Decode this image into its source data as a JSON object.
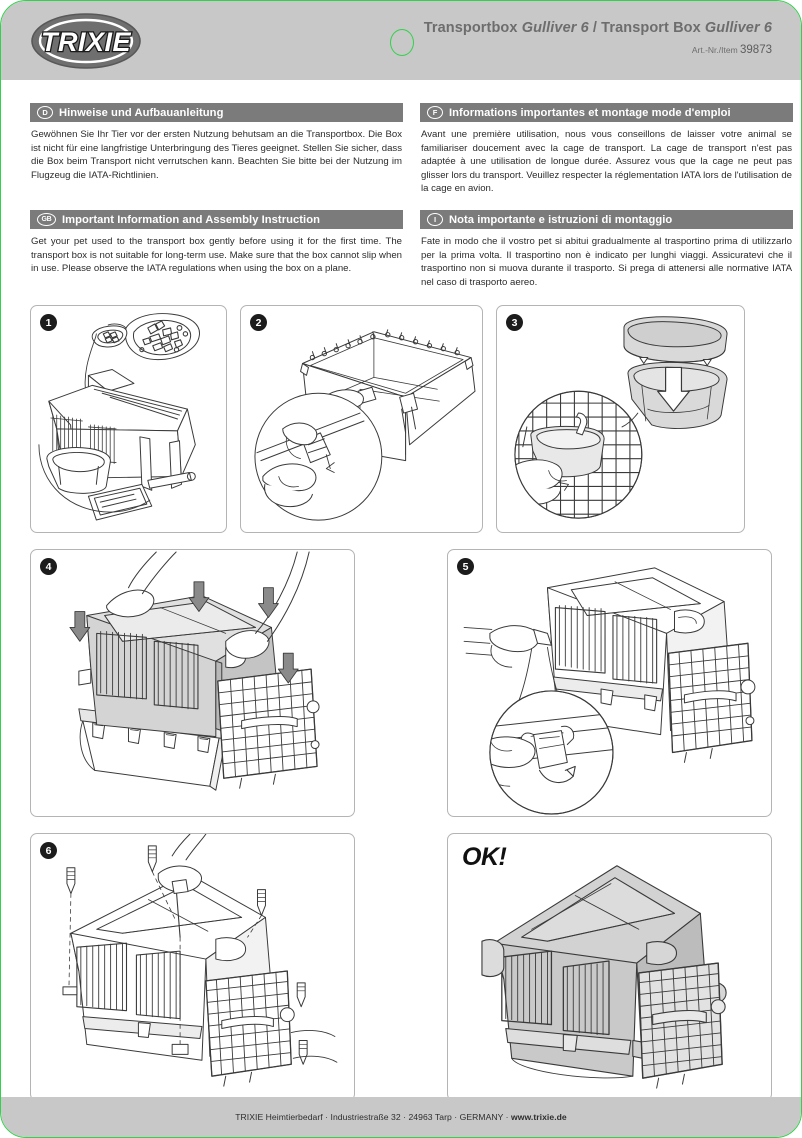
{
  "document": {
    "brand": "TRIXIE",
    "header": {
      "title_part1": "Transportbox ",
      "title_model1": "Gulliver 6",
      "title_sep": " / ",
      "title_part2": "Transport Box ",
      "title_model2": "Gulliver 6",
      "art_label": "Art.-Nr./Item ",
      "art_number": "39873"
    },
    "languages": [
      {
        "code": "D",
        "badge": "D",
        "heading": "Hinweise und Aufbauanleitung",
        "body": "Gewöhnen Sie Ihr Tier vor der ersten Nutzung behutsam an die Transportbox. Die Box ist nicht für eine langfristige Unterbringung des Tieres geeignet. Stellen Sie sicher, dass die Box beim Transport nicht verrutschen kann. Beachten Sie bitte bei der Nutzung im Flugzeug die IATA-Richtlinien."
      },
      {
        "code": "F",
        "badge": "F",
        "heading": "Informations importantes et montage mode d'emploi",
        "body": "Avant une première utilisation, nous vous conseillons de laisser votre animal se familiariser doucement avec la cage de transport. La cage de transport n'est pas adaptée à une utilisation de longue durée. Assurez vous que la cage ne peut pas glisser lors du transport. Veuillez respecter la réglementation IATA lors de l'utilisation de la cage en avion."
      },
      {
        "code": "GB",
        "badge": "GB",
        "heading": "Important Information and Assembly Instruction",
        "body": "Get your pet used to the transport box gently before using it for the first time. The transport box is not suitable for long-term use. Make sure that the box cannot slip when in use.  Please observe the IATA regulations when using the box on a plane."
      },
      {
        "code": "I",
        "badge": "I",
        "heading": "Nota importante e istruzioni di montaggio",
        "body": "Fate in modo che il vostro pet si abitui gradualmente al trasportino prima di utilizzarlo per la prima volta. Il trasportino non è indicato per lunghi viaggi. Assicuratevi che il trasportino non si muova durante il trasporto. Si prega di attenersi alle normative IATA nel caso di trasporto aereo."
      }
    ],
    "steps": [
      {
        "number": "1",
        "name": "unpack-parts-and-hardware"
      },
      {
        "number": "2",
        "name": "attach-clips-to-base"
      },
      {
        "number": "3",
        "name": "insert-water-bowl"
      },
      {
        "number": "4",
        "name": "place-top-shell-on-base"
      },
      {
        "number": "5",
        "name": "close-side-latches"
      },
      {
        "number": "6",
        "name": "insert-and-tighten-screws"
      }
    ],
    "result_panel": {
      "label": "OK!",
      "name": "assembled-transport-box"
    },
    "footer": {
      "company": "TRIXIE Heimtierbedarf · Industriestraße 32 · 24963 Tarp · GERMANY · ",
      "website": "www.trixie.de"
    },
    "colors": {
      "accent_green": "#2fd24a",
      "header_gray": "#c8c8c8",
      "bar_gray": "#7b7b7b",
      "panel_border": "#b4b4b4",
      "line_art": "#3a3a3a"
    }
  }
}
